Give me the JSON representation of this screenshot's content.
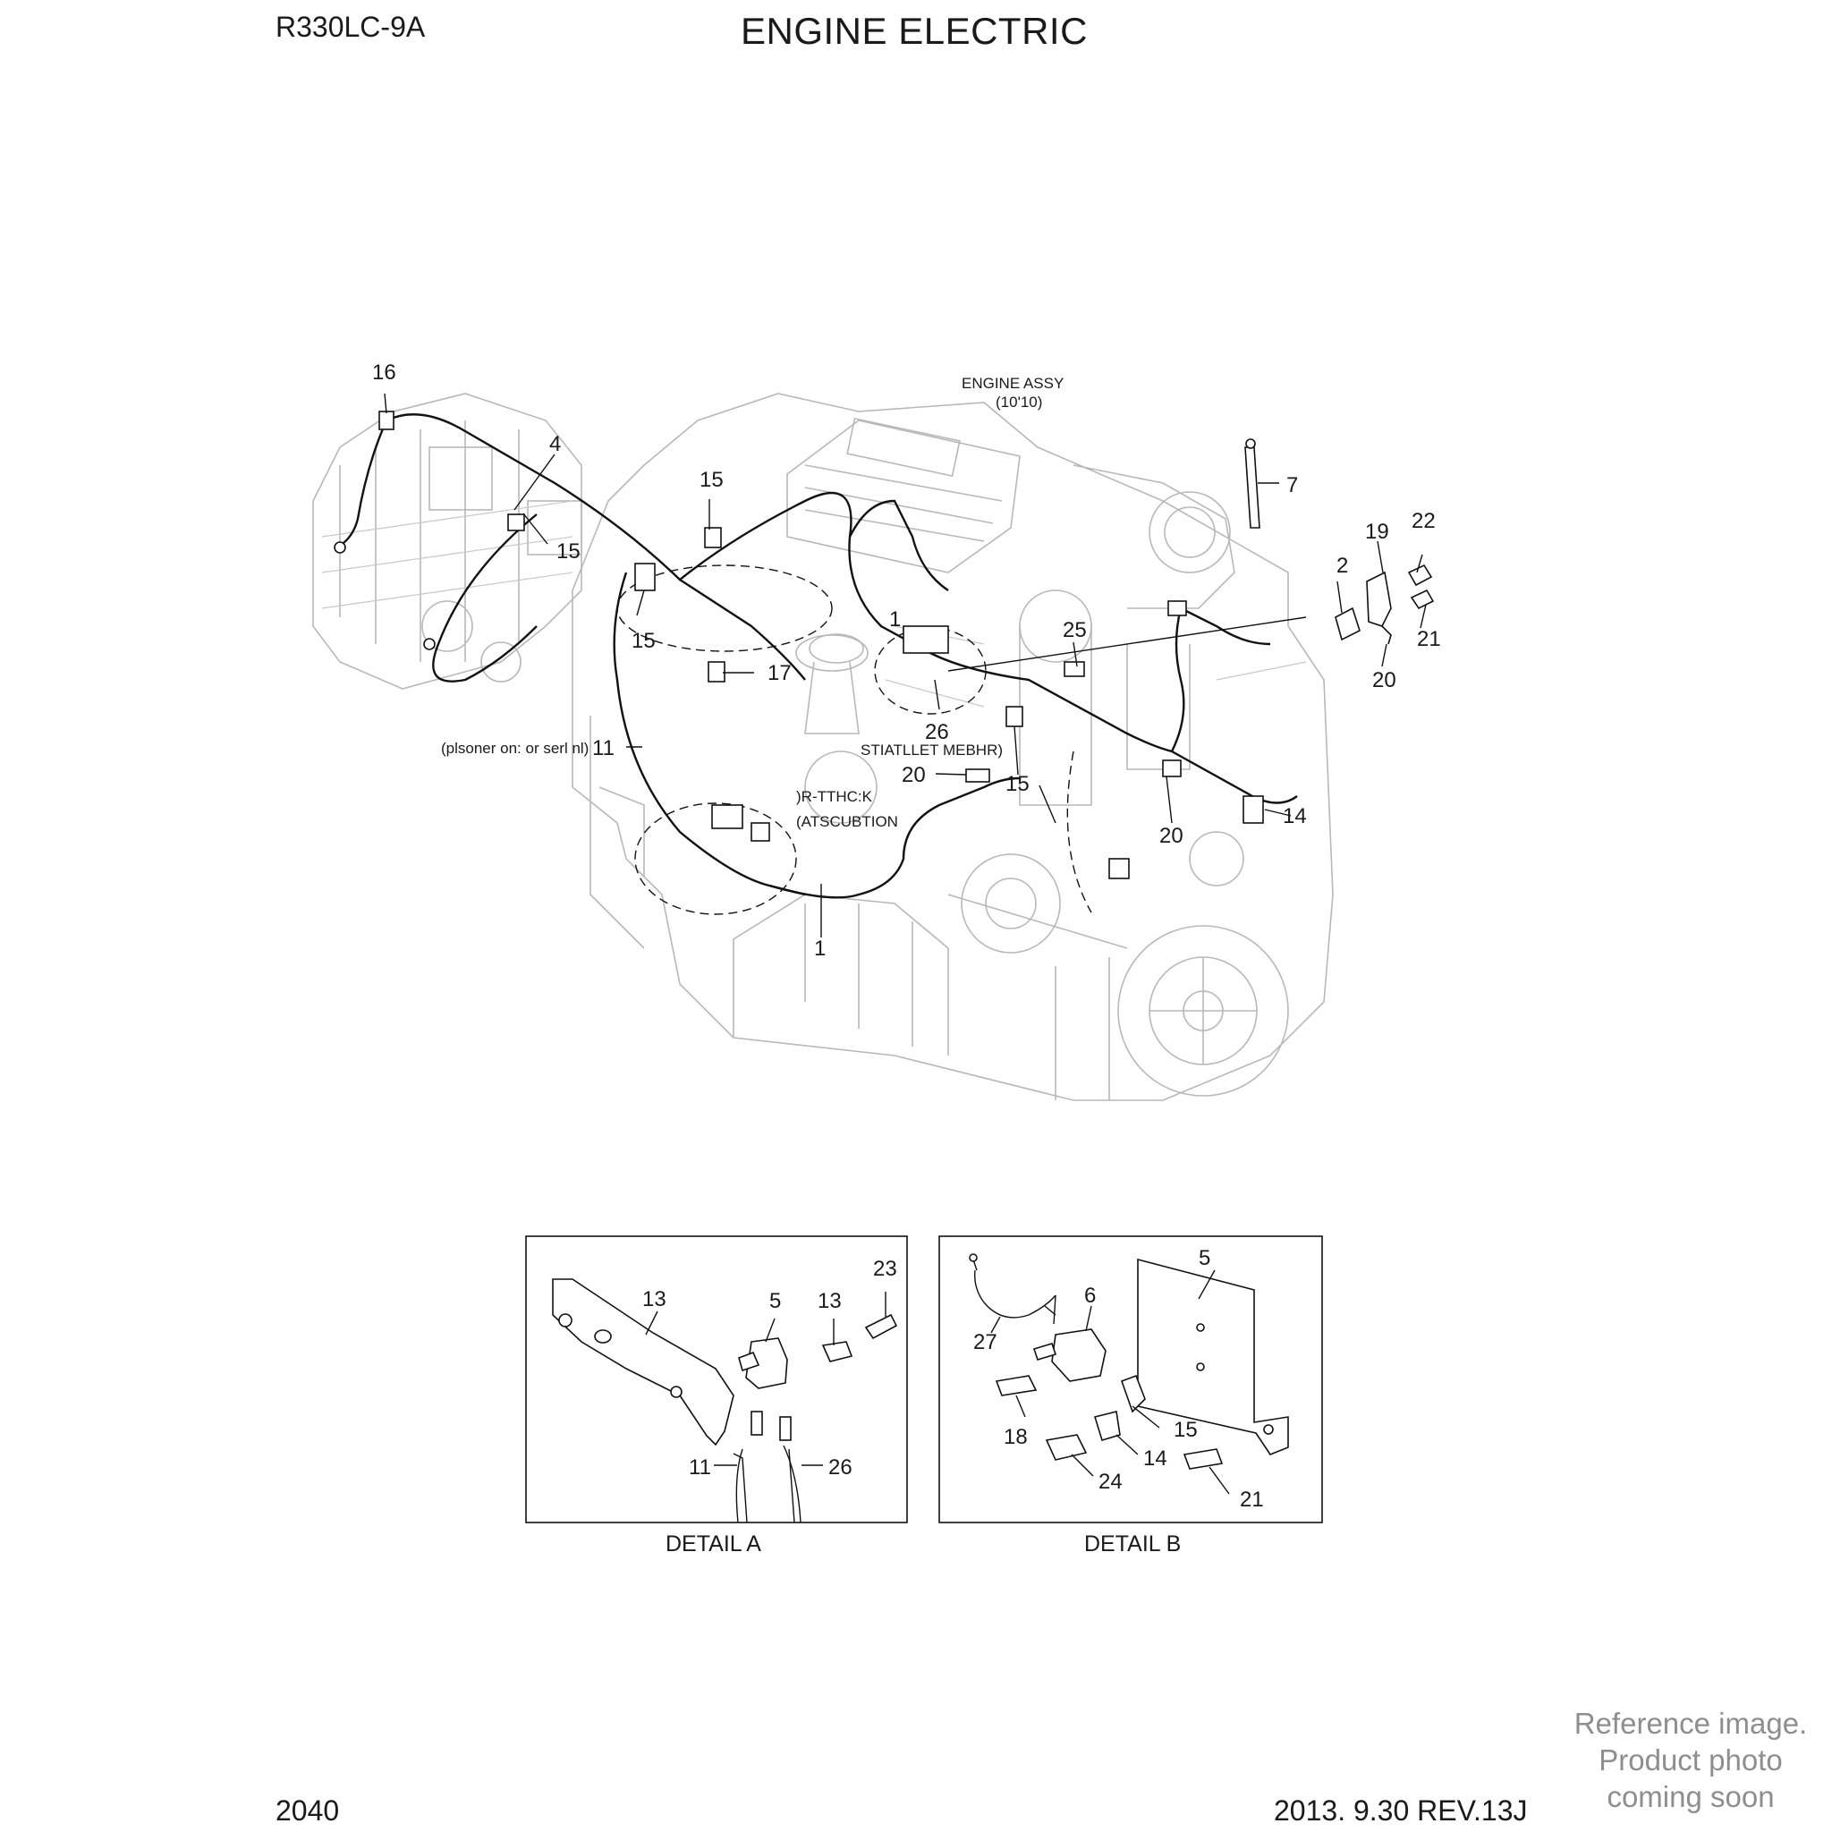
{
  "header": {
    "model": "R330LC-9A",
    "title": "ENGINE ELECTRIC"
  },
  "footer": {
    "page_number": "2040",
    "revision": "2013. 9.30  REV.13J"
  },
  "watermark": {
    "line1": "Reference image.",
    "line2": "Product photo",
    "line3": "coming soon"
  },
  "main_view": {
    "engine_label": "ENGINE ASSY",
    "engine_sub": "(10'10)",
    "note_left": "(plsoner on: or serl nl)",
    "note_starter": "STIATLLET MEBHR)",
    "note_alt_1": ")R-TTHC:K",
    "note_alt_2": "(ATSCUBTION",
    "callouts": [
      "16",
      "4",
      "15",
      "15",
      "15",
      "17",
      "11",
      "1",
      "26",
      "1",
      "25",
      "20",
      "15",
      "20",
      "14",
      "7",
      "19",
      "22",
      "2",
      "21",
      "20"
    ]
  },
  "detail_a": {
    "caption": "DETAIL A",
    "callouts": [
      "13",
      "5",
      "13",
      "23",
      "11",
      "26"
    ]
  },
  "detail_b": {
    "caption": "DETAIL B",
    "callouts": [
      "5",
      "6",
      "27",
      "18",
      "15",
      "14",
      "24",
      "21"
    ]
  }
}
